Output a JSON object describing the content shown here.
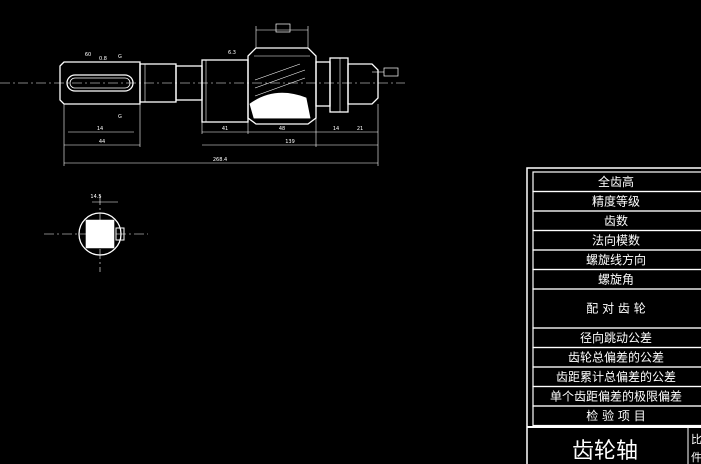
{
  "drawing": {
    "title": "齿轮轴",
    "title_block_side": [
      "比",
      "件"
    ],
    "gear_table_rows": [
      "全齿高",
      "精度等级",
      "齿数",
      "法向模数",
      "螺旋线方向",
      "螺旋角",
      "配 对 齿 轮",
      "径向跳动公差",
      "齿轮总偏差的公差",
      "齿距累计总偏差的公差",
      "单个齿距偏差的极限偏差",
      "检 验 项 目"
    ],
    "section_labels": [
      "G",
      "G"
    ],
    "dimensions": {
      "d_14": "14",
      "d_44": "44",
      "d_41": "41",
      "d_48": "48",
      "d_139": "139",
      "d_14b": "14",
      "d_21": "21",
      "d_total": "268.4",
      "d_60": "60",
      "d_0_8": "0.8",
      "d_6_3": "6.3",
      "d_key": "14.5"
    }
  }
}
